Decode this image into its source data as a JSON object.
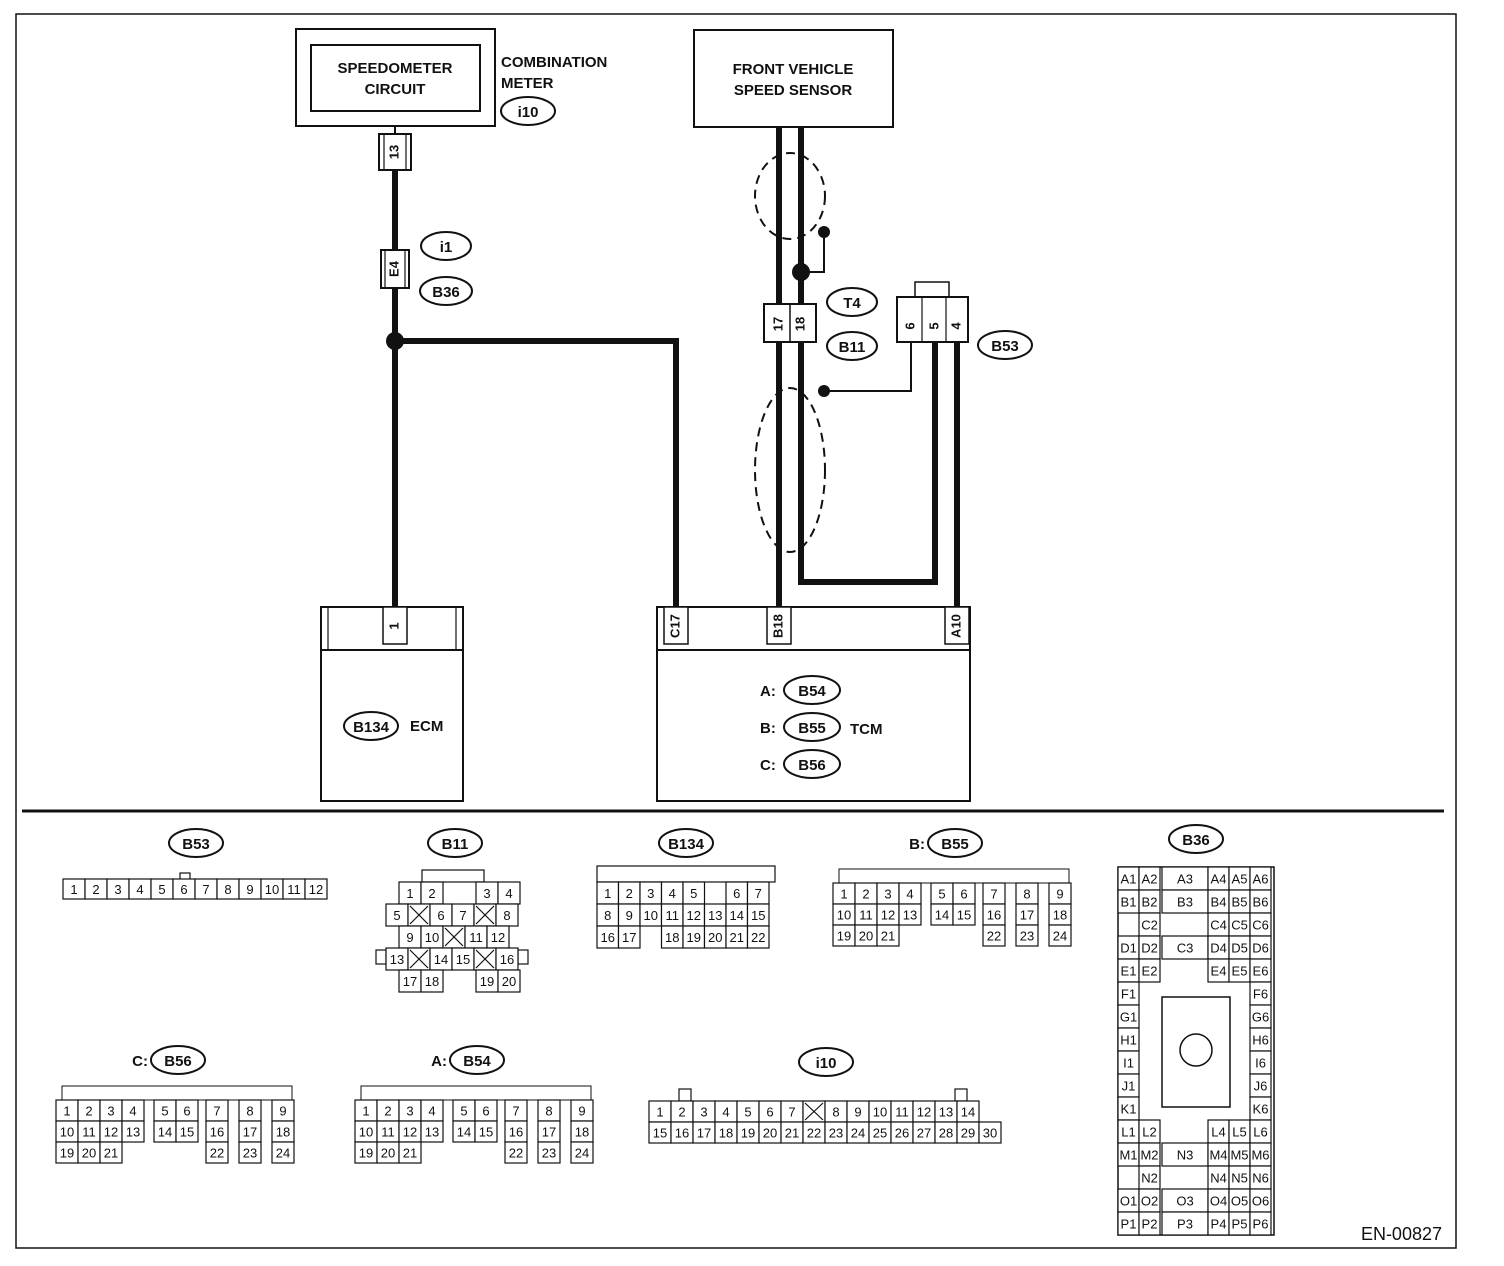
{
  "components": {
    "speedometer_circuit": "SPEEDOMETER\nCIRCUIT",
    "combination_meter": "COMBINATION\nMETER",
    "front_vehicle_speed_sensor": "FRONT VEHICLE\nSPEED SENSOR",
    "ecm": "ECM",
    "tcm": "TCM"
  },
  "connectors": {
    "i10": "i10",
    "i1": "i1",
    "b36": "B36",
    "t4": "T4",
    "b11": "B11",
    "b53": "B53",
    "b134": "B134",
    "b54": "B54",
    "b55": "B55",
    "b56": "B56"
  },
  "pins": {
    "p13": "13",
    "e4": "E4",
    "p17": "17",
    "p18": "18",
    "p6": "6",
    "p5": "5",
    "p4": "4",
    "ecm_1": "1",
    "c17": "C17",
    "b18": "B18",
    "a10": "A10"
  },
  "tcm_prefixes": {
    "a": "A:",
    "b": "B:",
    "c": "C:"
  },
  "diagram_id": "EN-00827",
  "connector_views": [
    {
      "key": "B53",
      "title": "B53",
      "prefix": "",
      "rows": [
        [
          "1",
          "2",
          "3",
          "4",
          "5",
          "6",
          "7",
          "8",
          "9",
          "10",
          "11",
          "12"
        ]
      ]
    },
    {
      "key": "B11",
      "title": "B11",
      "prefix": "",
      "rows": [
        [
          "1",
          "2",
          "",
          "3",
          "4"
        ],
        [
          "5",
          "X",
          "6",
          "7",
          "X",
          "8"
        ],
        [
          "9",
          "10",
          "X",
          "11",
          "12"
        ],
        [
          "13",
          "X",
          "14",
          "15",
          "X",
          "16"
        ],
        [
          "17",
          "18",
          "",
          "19",
          "20"
        ]
      ]
    },
    {
      "key": "B134",
      "title": "B134",
      "prefix": "",
      "rows": [
        [
          "1",
          "2",
          "3",
          "4",
          "5",
          "",
          "6",
          "7"
        ],
        [
          "8",
          "9",
          "10",
          "11",
          "12",
          "13",
          "14",
          "15"
        ],
        [
          "16",
          "17",
          "",
          "18",
          "19",
          "20",
          "21",
          "22"
        ]
      ]
    },
    {
      "key": "B55",
      "title": "B55",
      "prefix": "B:",
      "rows": [
        [
          "1",
          "2",
          "3",
          "4",
          "",
          "5",
          "6",
          "",
          "7",
          "",
          "8",
          "",
          "9"
        ],
        [
          "10",
          "11",
          "12",
          "13",
          "",
          "14",
          "15",
          "",
          "16",
          "",
          "17",
          "",
          "18"
        ],
        [
          "19",
          "20",
          "21",
          "",
          "",
          "",
          "",
          "",
          "22",
          "",
          "23",
          "",
          "24"
        ]
      ]
    },
    {
      "key": "B56",
      "title": "B56",
      "prefix": "C:",
      "rows": [
        [
          "1",
          "2",
          "3",
          "4",
          "",
          "5",
          "6",
          "",
          "7",
          "",
          "8",
          "",
          "9"
        ],
        [
          "10",
          "11",
          "12",
          "13",
          "",
          "14",
          "15",
          "",
          "16",
          "",
          "17",
          "",
          "18"
        ],
        [
          "19",
          "20",
          "21",
          "",
          "",
          "",
          "",
          "",
          "22",
          "",
          "23",
          "",
          "24"
        ]
      ]
    },
    {
      "key": "B54",
      "title": "B54",
      "prefix": "A:",
      "rows": [
        [
          "1",
          "2",
          "3",
          "4",
          "",
          "5",
          "6",
          "",
          "7",
          "",
          "8",
          "",
          "9"
        ],
        [
          "10",
          "11",
          "12",
          "13",
          "",
          "14",
          "15",
          "",
          "16",
          "",
          "17",
          "",
          "18"
        ],
        [
          "19",
          "20",
          "21",
          "",
          "",
          "",
          "",
          "",
          "22",
          "",
          "23",
          "",
          "24"
        ]
      ]
    },
    {
      "key": "i10",
      "title": "i10",
      "prefix": "",
      "rows": [
        [
          "1",
          "2",
          "3",
          "4",
          "5",
          "6",
          "7",
          "X",
          "8",
          "9",
          "10",
          "11",
          "12",
          "13",
          "14"
        ],
        [
          "15",
          "16",
          "17",
          "18",
          "19",
          "20",
          "21",
          "22",
          "23",
          "24",
          "25",
          "26",
          "27",
          "28",
          "29",
          "30"
        ]
      ]
    },
    {
      "key": "B36",
      "title": "B36",
      "prefix": "",
      "rows": [
        [
          "A1",
          "A2",
          "A3",
          "A4",
          "A5",
          "A6"
        ],
        [
          "B1",
          "B2",
          "B3",
          "B4",
          "B5",
          "B6"
        ],
        [
          "C2",
          "C4",
          "C5",
          "C6"
        ],
        [
          "D1",
          "D2",
          "C3",
          "D4",
          "D5",
          "D6"
        ],
        [
          "E1",
          "E2",
          "E4",
          "E5",
          "E6"
        ],
        [
          "F1",
          "F6"
        ],
        [
          "G1",
          "G6"
        ],
        [
          "H1",
          "H6"
        ],
        [
          "I1",
          "I6"
        ],
        [
          "J1",
          "J6"
        ],
        [
          "K1",
          "K6"
        ],
        [
          "L1",
          "L2",
          "L4",
          "L5",
          "L6"
        ],
        [
          "M1",
          "M2",
          "N3",
          "M4",
          "M5",
          "M6"
        ],
        [
          "N2",
          "N4",
          "N5",
          "N6"
        ],
        [
          "O1",
          "O2",
          "O3",
          "O4",
          "O5",
          "O6"
        ],
        [
          "P1",
          "P2",
          "P3",
          "P4",
          "P5",
          "P6"
        ]
      ]
    }
  ]
}
